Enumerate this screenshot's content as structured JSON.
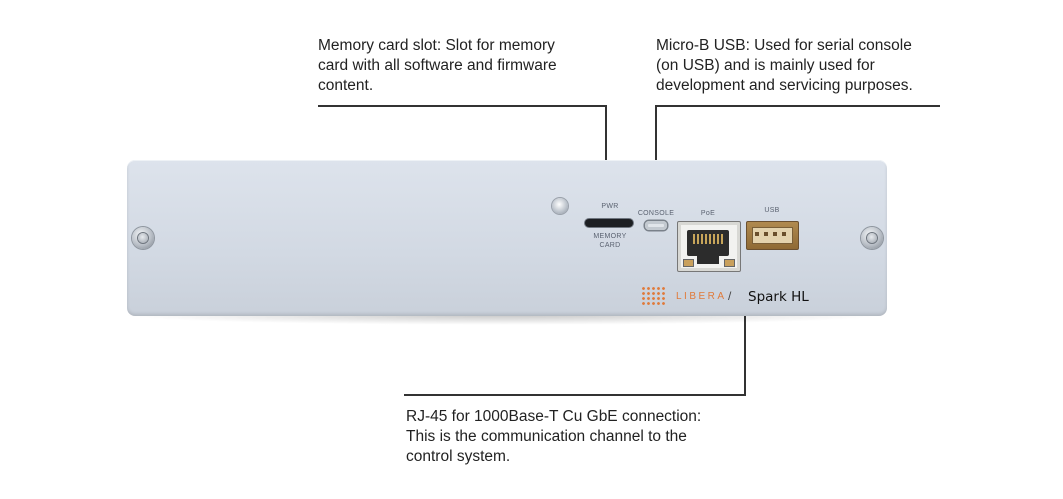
{
  "callouts": {
    "memory_card": "Memory card slot: Slot for memory\ncard with all software and firmware\ncontent.",
    "micro_usb": "Micro-B USB: Used for serial console\n(on USB) and is mainly used for\ndevelopment and servicing purposes.",
    "rj45": "RJ-45 for 1000Base-T Cu GbE connection:\nThis is the communication channel to the\ncontrol system."
  },
  "panel_labels": {
    "pwr": "PWR",
    "memory_card": "MEMORY\nCARD",
    "console": "CONSOLE",
    "poe": "PoE",
    "usb": "USB"
  },
  "brand": {
    "logo_text": "LIBERA",
    "separator": "/",
    "product": "Spark HL"
  },
  "colors": {
    "brand_orange": "#e07a3a",
    "panel": "#d6dce5",
    "line": "#333333"
  }
}
